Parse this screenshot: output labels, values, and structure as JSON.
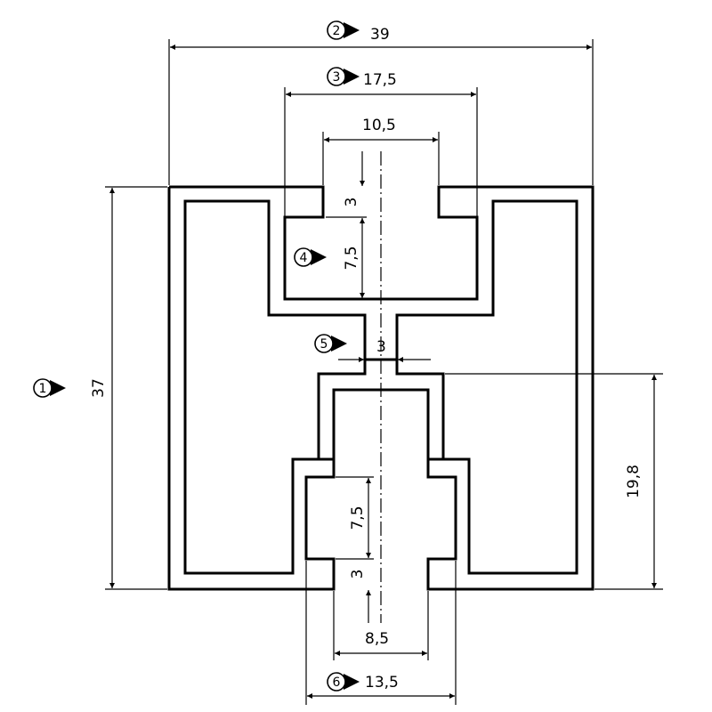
{
  "dimensions": {
    "overall_width": "39",
    "top_slot_outer": "17,5",
    "top_slot_opening": "10,5",
    "top_lip_height": "3",
    "top_slot_depth": "7,5",
    "web_thickness": "3",
    "overall_height": "37",
    "lower_height": "19,8",
    "bottom_slot_depth": "7,5",
    "bottom_lip_height": "3",
    "bottom_slot_opening": "8,5",
    "bottom_slot_outer": "13,5"
  },
  "callouts": {
    "c1": "1",
    "c2": "2",
    "c3": "3",
    "c4": "4",
    "c5": "5",
    "c6": "6"
  }
}
